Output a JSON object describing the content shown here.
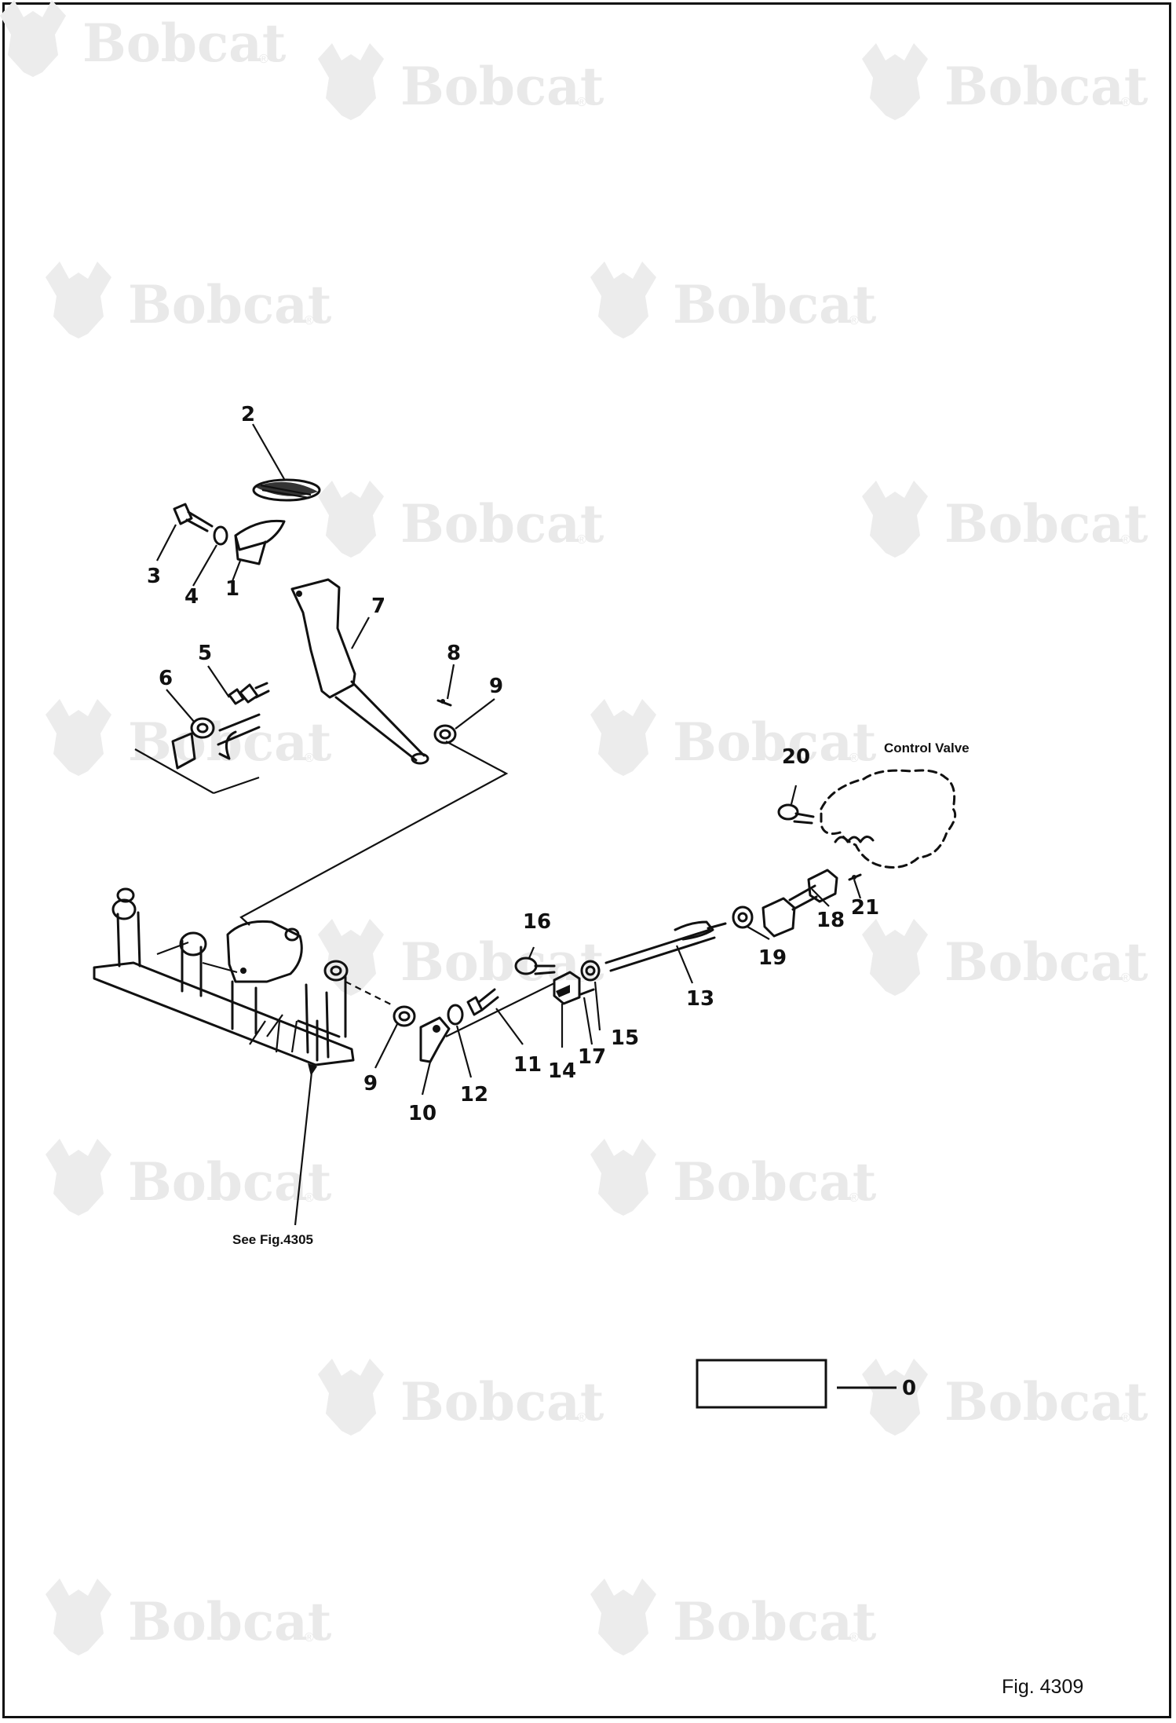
{
  "watermark": {
    "brand": "Bobcat",
    "mark": "®"
  },
  "callouts": {
    "c1": "1",
    "c2": "2",
    "c3": "3",
    "c4": "4",
    "c5": "5",
    "c6": "6",
    "c7": "7",
    "c8": "8",
    "c9a": "9",
    "c9b": "9",
    "c10": "10",
    "c11": "11",
    "c12": "12",
    "c13": "13",
    "c14": "14",
    "c15": "15",
    "c16": "16",
    "c17": "17",
    "c18": "18",
    "c19": "19",
    "c20": "20",
    "c21": "21"
  },
  "notes": {
    "control_valve": "Control Valve",
    "see_fig": "See Fig.4305"
  },
  "legend": {
    "label": "0"
  },
  "figure": {
    "label": "Fig. 4309"
  },
  "colors": {
    "ink": "#111111",
    "watermark": "#e9e9e9"
  }
}
